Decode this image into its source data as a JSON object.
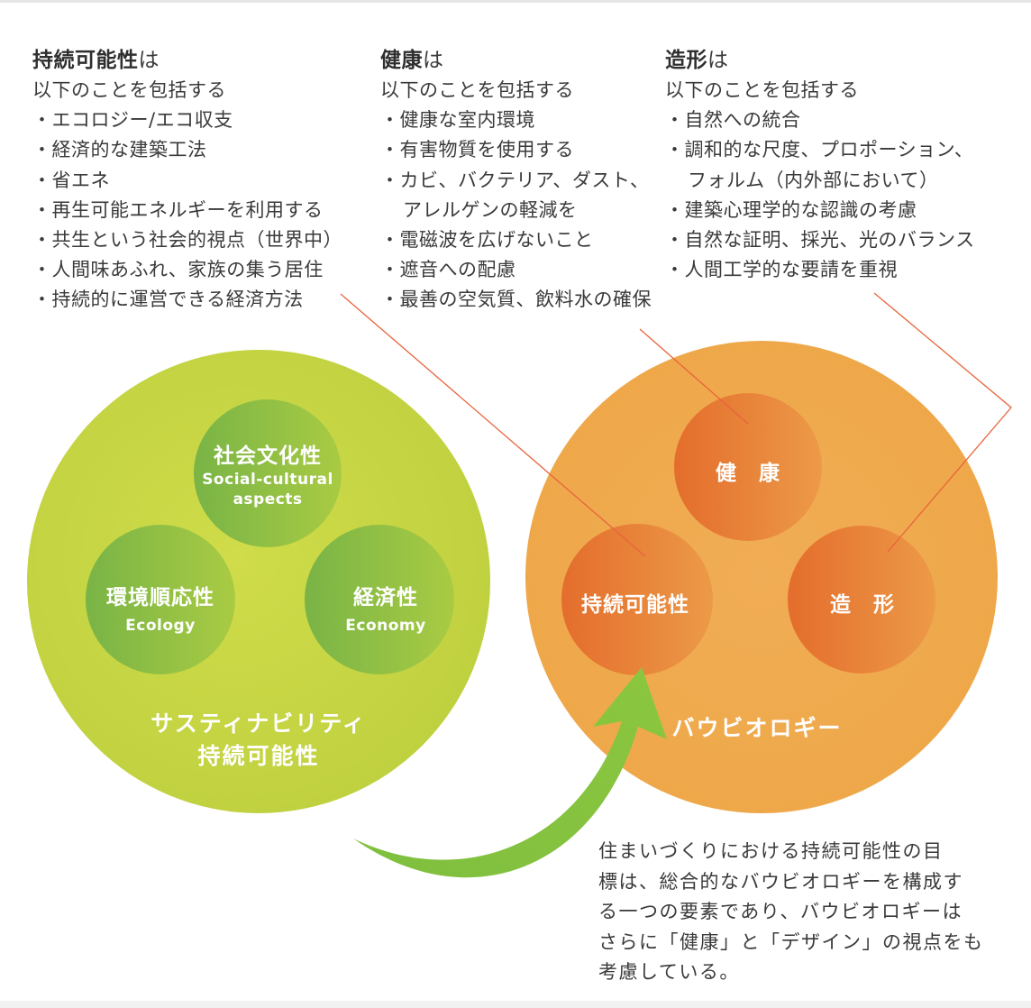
{
  "columns": [
    {
      "title_bold": "持続可能性",
      "title_rest": "は",
      "subtitle": "以下のことを包括する",
      "items": [
        "・エコロジー/エコ収支",
        "・経済的な建築工法",
        "・省エネ",
        "・再生可能エネルギーを利用する",
        "・共生という社会的視点（世界中）",
        "・人間味あふれ、家族の集う居住",
        "・持続的に運営できる経済方法"
      ]
    },
    {
      "title_bold": "健康",
      "title_rest": "は",
      "subtitle": "以下のことを包括する",
      "items": [
        "・健康な室内環境",
        "・有害物質を使用する",
        "・カビ、バクテリア、ダスト、",
        "アレルゲンの軽減を",
        "・電磁波を広げないこと",
        "・遮音への配慮",
        "・最善の空気質、飲料水の確保"
      ]
    },
    {
      "title_bold": "造形",
      "title_rest": "は",
      "subtitle": "以下のことを包括する",
      "items": [
        "・自然への統合",
        "・調和的な尺度、プロポーション、",
        "フォルム（内外部において）",
        "・建築心理学的な認識の考慮",
        "・自然な証明、採光、光のバランス",
        "・人間工学的な要請を重視"
      ]
    }
  ],
  "green_circle": {
    "title_line1": "サスティナビリティ",
    "title_line2": "持続可能性",
    "social": {
      "jp": "社会文化性",
      "en_line1": "Social-cultural",
      "en_line2": "aspects"
    },
    "ecology": {
      "jp": "環境順応性",
      "en": "Ecology"
    },
    "economy": {
      "jp": "経済性",
      "en": "Economy"
    }
  },
  "orange_circle": {
    "title": "バウビオロギー",
    "health": "健　康",
    "sustainability": "持続可能性",
    "design": "造　形"
  },
  "caption_lines": [
    "住まいづくりにおける持続可能性の目",
    "標は、総合的なバウビオロギーを構成す",
    "る一つの要素であり、バウビオロギーは",
    "さらに「健康」と「デザイン」の視点をも",
    "考慮している。"
  ],
  "colors": {
    "green_outer": "#c4d443",
    "green_inner": "#8fc043",
    "orange_outer": "#efa84c",
    "orange_inner": "#e67a33",
    "arrow": "#8cc63f",
    "leader_line": "#e8643c"
  }
}
